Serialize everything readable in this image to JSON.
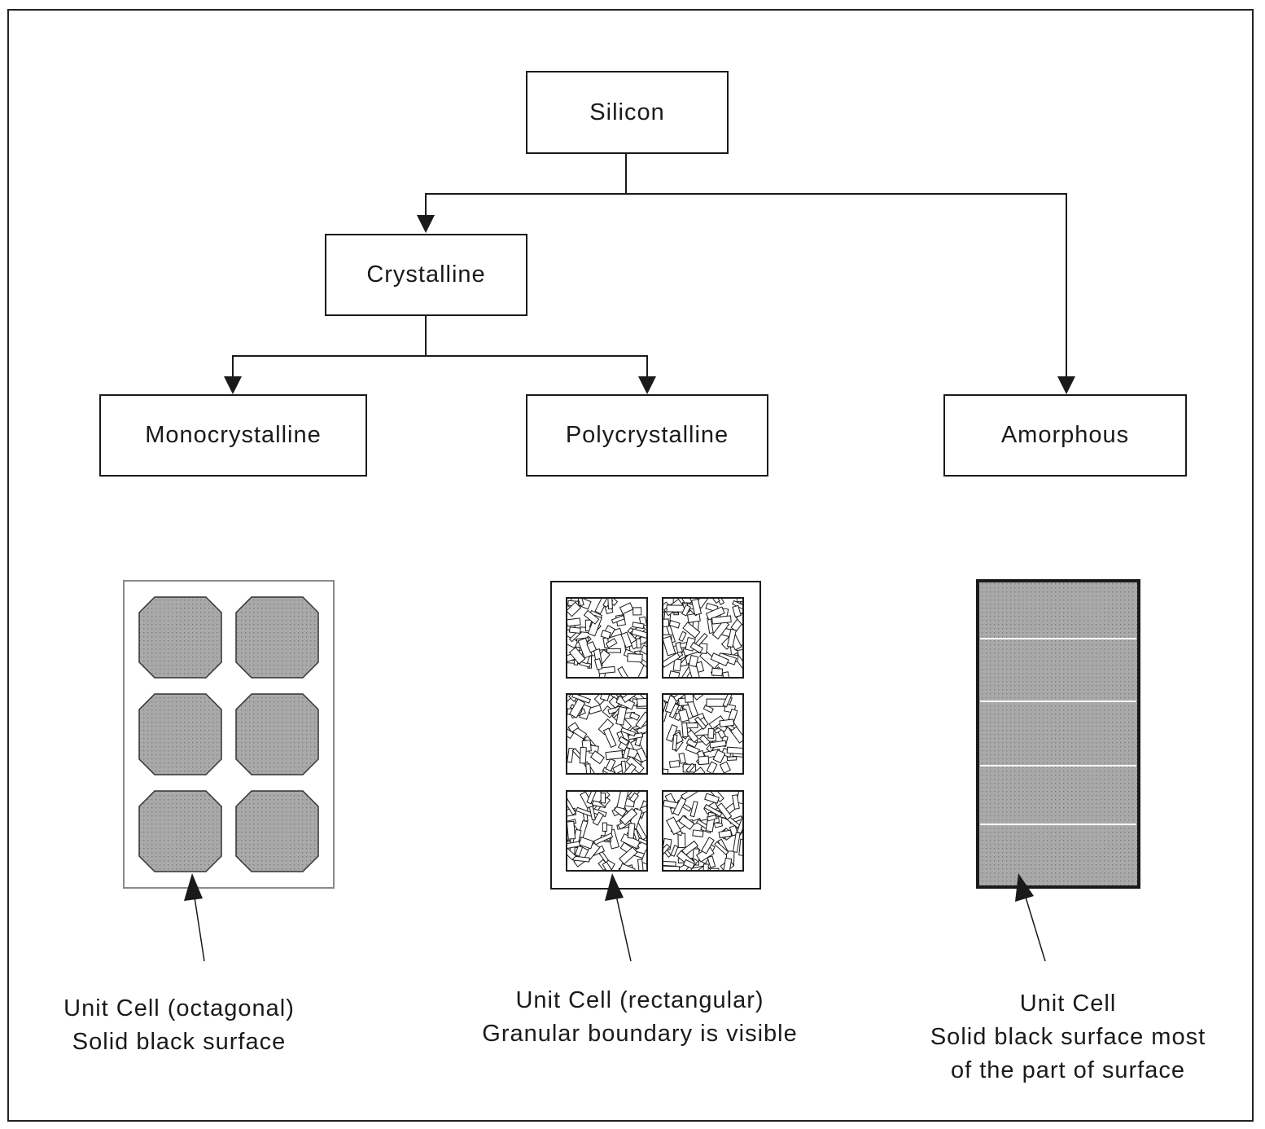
{
  "nodes": {
    "silicon": "Silicon",
    "crystalline": "Crystalline",
    "monocrystalline": "Monocrystalline",
    "polycrystalline": "Polycrystalline",
    "amorphous": "Amorphous"
  },
  "captions": {
    "mono": [
      "Unit Cell (octagonal)",
      "Solid black surface"
    ],
    "poly": [
      "Unit Cell (rectangular)",
      "Granular boundary is visible"
    ],
    "amorphous": [
      "Unit Cell",
      "Solid black surface most",
      "of the part of surface"
    ]
  },
  "colors": {
    "cell_fill": "#a9a9a9",
    "line": "#1a1a1a"
  }
}
